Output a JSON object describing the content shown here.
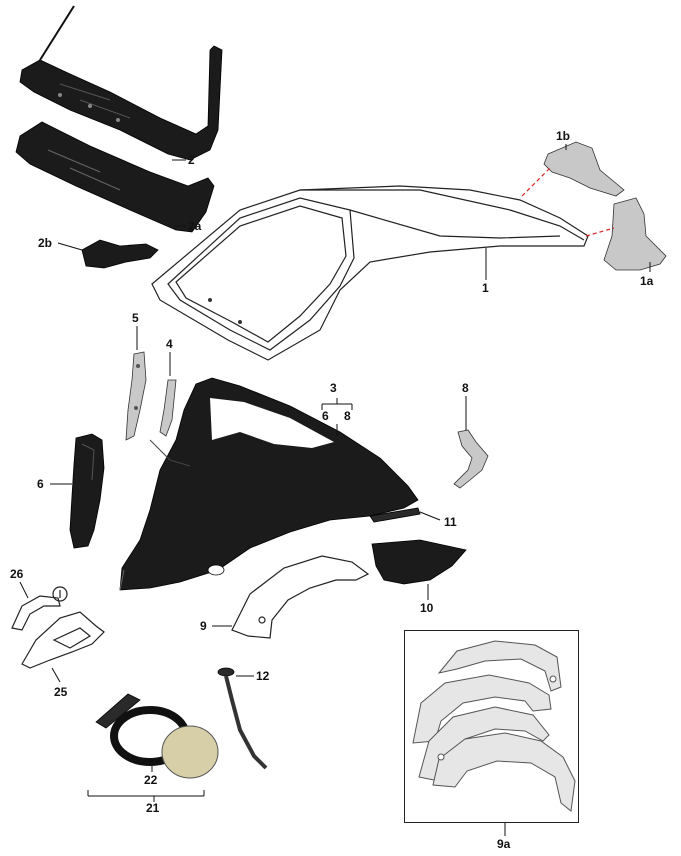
{
  "diagram": {
    "labels": {
      "p1": "1",
      "p1a": "1a",
      "p1b": "1b",
      "p2": "2",
      "p2a": "2a",
      "p2b": "2b",
      "p3": "3",
      "p3_6": "6",
      "p3_8": "8",
      "p4": "4",
      "p5": "5",
      "p6": "6",
      "p8": "8",
      "p9": "9",
      "p9a": "9a",
      "p10": "10",
      "p11": "11",
      "p12": "12",
      "p21": "21",
      "p22": "22",
      "p25": "25",
      "p26": "26"
    },
    "colors": {
      "panel": "#1b1b1b",
      "fender": "#d9d9d9",
      "leader_dash": "#dd2222",
      "outline": "#222222"
    }
  }
}
